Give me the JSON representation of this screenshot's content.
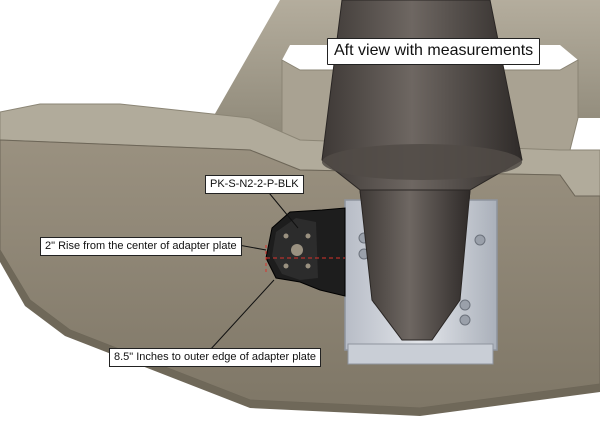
{
  "title": "Aft view with measurements",
  "callouts": {
    "part_number": "PK-S-N2-2-P-BLK",
    "rise": "2\" Rise from the center of adapter plate",
    "outer_edge": "8.5\" Inches to outer edge of adapter plate"
  },
  "colors": {
    "hull_side": "#8f8677",
    "hull_top": "#a39c8c",
    "deck": "#9b9584",
    "motor_shaft": "#4a4542",
    "bracket_metal": "#c8ccd4",
    "adapter_plate": "#1c1c1c",
    "measure_line": "#d8322c"
  },
  "icons": [
    "motor-mount-diagram"
  ]
}
